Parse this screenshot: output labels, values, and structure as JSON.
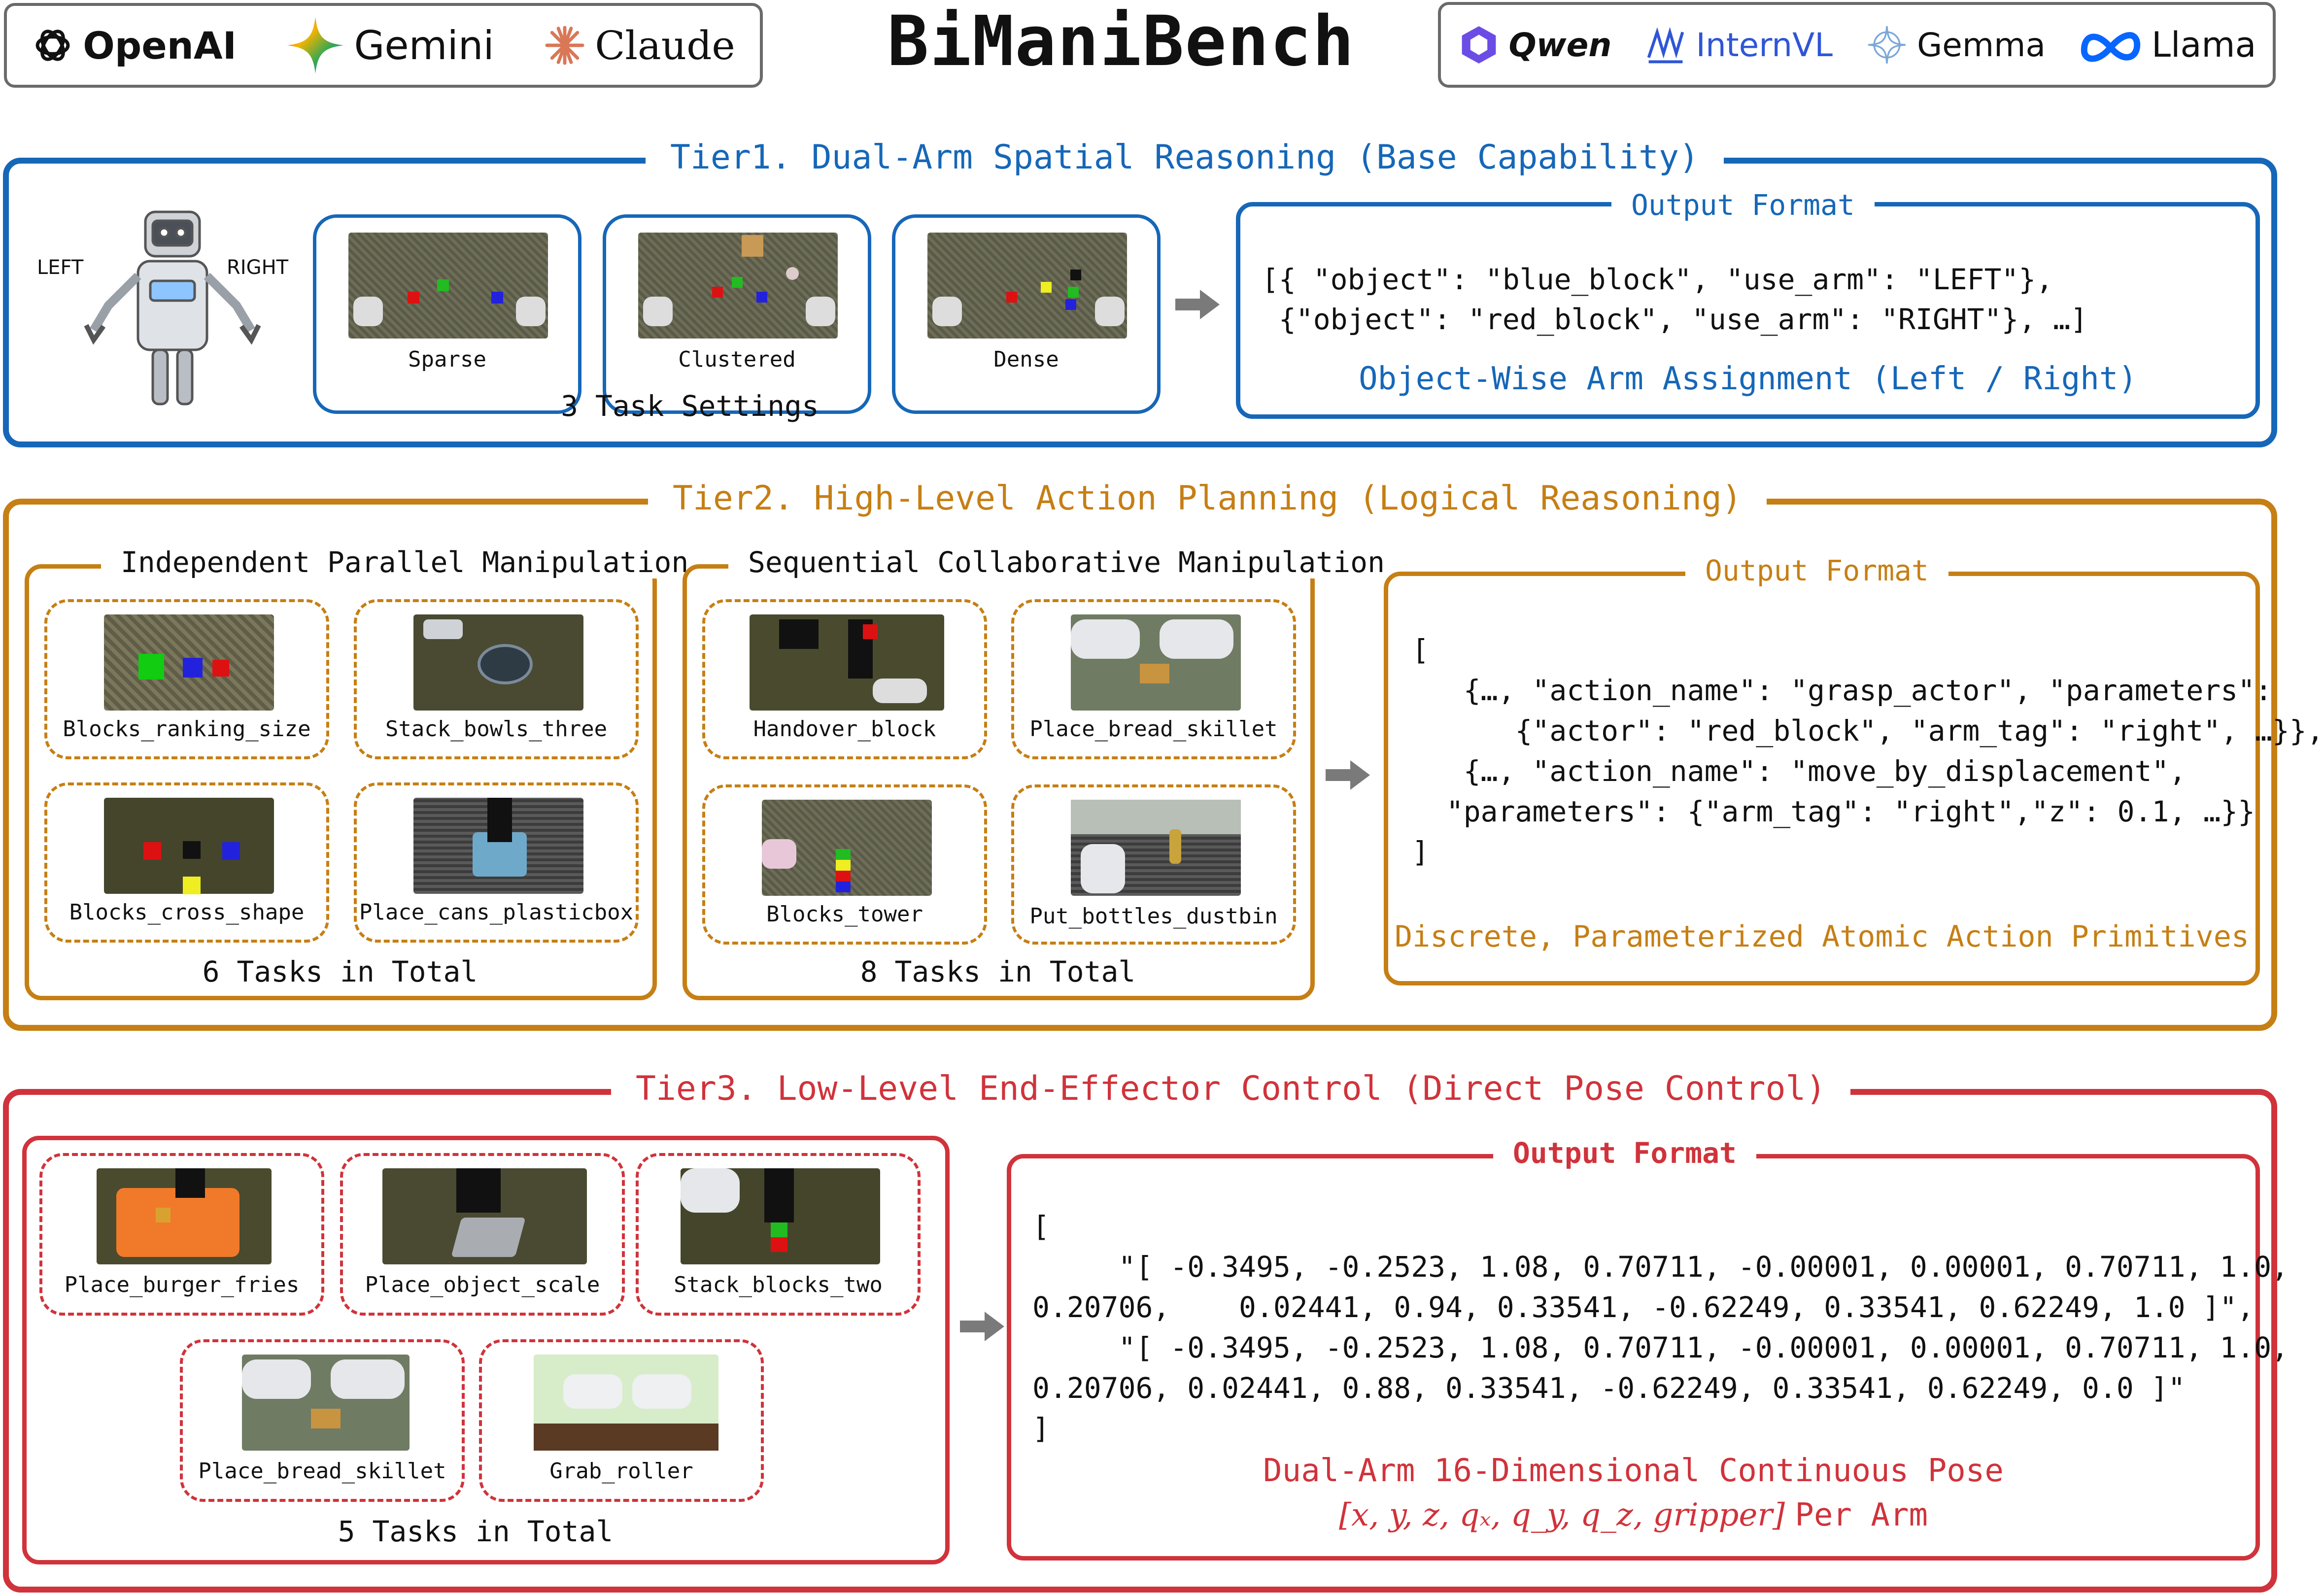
{
  "header": {
    "title": "BiManiBench",
    "closed_models": [
      {
        "name": "OpenAI",
        "icon": "openai-knot-icon"
      },
      {
        "name": "Gemini",
        "icon": "gemini-star-icon"
      },
      {
        "name": "Claude",
        "icon": "claude-burst-icon"
      }
    ],
    "open_models": [
      {
        "name": "Qwen",
        "icon": "qwen-hex-icon"
      },
      {
        "name": "InternVL",
        "icon": "internvl-wave-icon"
      },
      {
        "name": "Gemma",
        "icon": "gemma-sparkle-icon"
      },
      {
        "name": "Llama",
        "icon": "meta-infinity-icon"
      }
    ]
  },
  "colors": {
    "tier1": "#1667b8",
    "tier2": "#c67f14",
    "tier3": "#d0333b",
    "arrow": "#7a7a7a"
  },
  "tier1": {
    "title": "Tier1. Dual-Arm Spatial Reasoning (Base Capability)",
    "robot_left_label": "LEFT",
    "robot_right_label": "RIGHT",
    "tasks": [
      {
        "label": "Sparse"
      },
      {
        "label": "Clustered"
      },
      {
        "label": "Dense"
      }
    ],
    "tasks_caption": "3 Task Settings",
    "output": {
      "title": "Output Format",
      "lines": [
        "[{ \"object\": \"blue_block\", \"use_arm\": \"LEFT\"},",
        " {\"object\": \"red_block\", \"use_arm\": \"RIGHT\"}, …]"
      ],
      "summary": "Object-Wise Arm Assignment (Left / Right)"
    }
  },
  "tier2": {
    "title": "Tier2. High-Level Action Planning (Logical Reasoning)",
    "independent": {
      "title": "Independent Parallel Manipulation",
      "tasks": [
        "Blocks_ranking_size",
        "Stack_bowls_three",
        "Blocks_cross_shape",
        "Place_cans_plasticbox"
      ],
      "caption": "6 Tasks in Total"
    },
    "sequential": {
      "title": "Sequential Collaborative Manipulation",
      "tasks": [
        "Handover_block",
        "Place_bread_skillet",
        "Blocks_tower",
        "Put_bottles_dustbin"
      ],
      "caption": "8 Tasks in Total"
    },
    "output": {
      "title": "Output Format",
      "lines": [
        "[",
        "   {…, \"action_name\": \"grasp_actor\", \"parameters\":",
        "      {\"actor\": \"red_block\", \"arm_tag\": \"right\", …}},",
        "   {…, \"action_name\": \"move_by_displacement\",",
        "  \"parameters\": {\"arm_tag\": \"right\",\"z\": 0.1, …}}",
        "]"
      ],
      "summary": "Discrete, Parameterized Atomic Action Primitives"
    }
  },
  "tier3": {
    "title": "Tier3. Low-Level End-Effector Control (Direct Pose Control)",
    "tasks": [
      "Place_burger_fries",
      "Place_object_scale",
      "Stack_blocks_two",
      "Place_bread_skillet",
      "Grab_roller"
    ],
    "caption": "5 Tasks in Total",
    "output": {
      "title": "Output Format",
      "lines": [
        "[",
        "     \"[ -0.3495, -0.2523, 1.08, 0.70711, -0.00001, 0.00001, 0.70711, 1.0,",
        "0.20706,    0.02441, 0.94, 0.33541, -0.62249, 0.33541, 0.62249, 1.0 ]\",",
        "     \"[ -0.3495, -0.2523, 1.08, 0.70711, -0.00001, 0.00001, 0.70711, 1.0,",
        "0.20706, 0.02441, 0.88, 0.33541, -0.62249, 0.33541, 0.62249, 0.0 ]\"",
        "]"
      ],
      "summary": "Dual-Arm 16-Dimensional Continuous Pose",
      "formula": "[x, y, z, qₓ, q_y, q_z, gripper]",
      "formula_suffix": "Per Arm"
    }
  }
}
